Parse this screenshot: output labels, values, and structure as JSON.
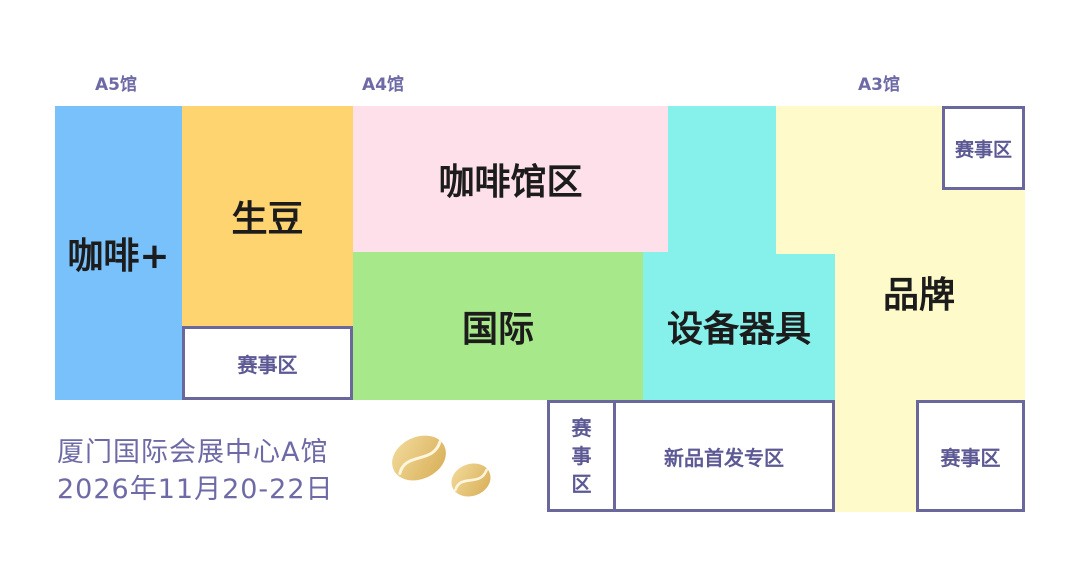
{
  "halls": {
    "a5": "A5馆",
    "a4": "A4馆",
    "a3": "A3馆"
  },
  "zones": {
    "coffee_plus": "咖啡+",
    "green_beans": "生豆",
    "cafe_zone": "咖啡馆区",
    "international": "国际",
    "equipment": "设备器具",
    "brand": "品牌",
    "new_launch": "新品首发专区"
  },
  "competition": {
    "label": "赛事区",
    "vertical_chars": [
      "赛",
      "事",
      "区"
    ]
  },
  "info": {
    "venue": "厦门国际会展中心A馆",
    "dates": "2026年11月20-22日"
  },
  "icons": {
    "coffee_beans": "coffee-beans-icon"
  },
  "colors": {
    "coffee_plus": "#79c1fb",
    "green_beans": "#fdd46f",
    "cafe_zone": "#fde0ea",
    "international": "#a7e88a",
    "equipment": "#86f0eb",
    "brand": "#fefac9",
    "outline": "#6a679c",
    "text_accent": "#6e6aa6"
  }
}
